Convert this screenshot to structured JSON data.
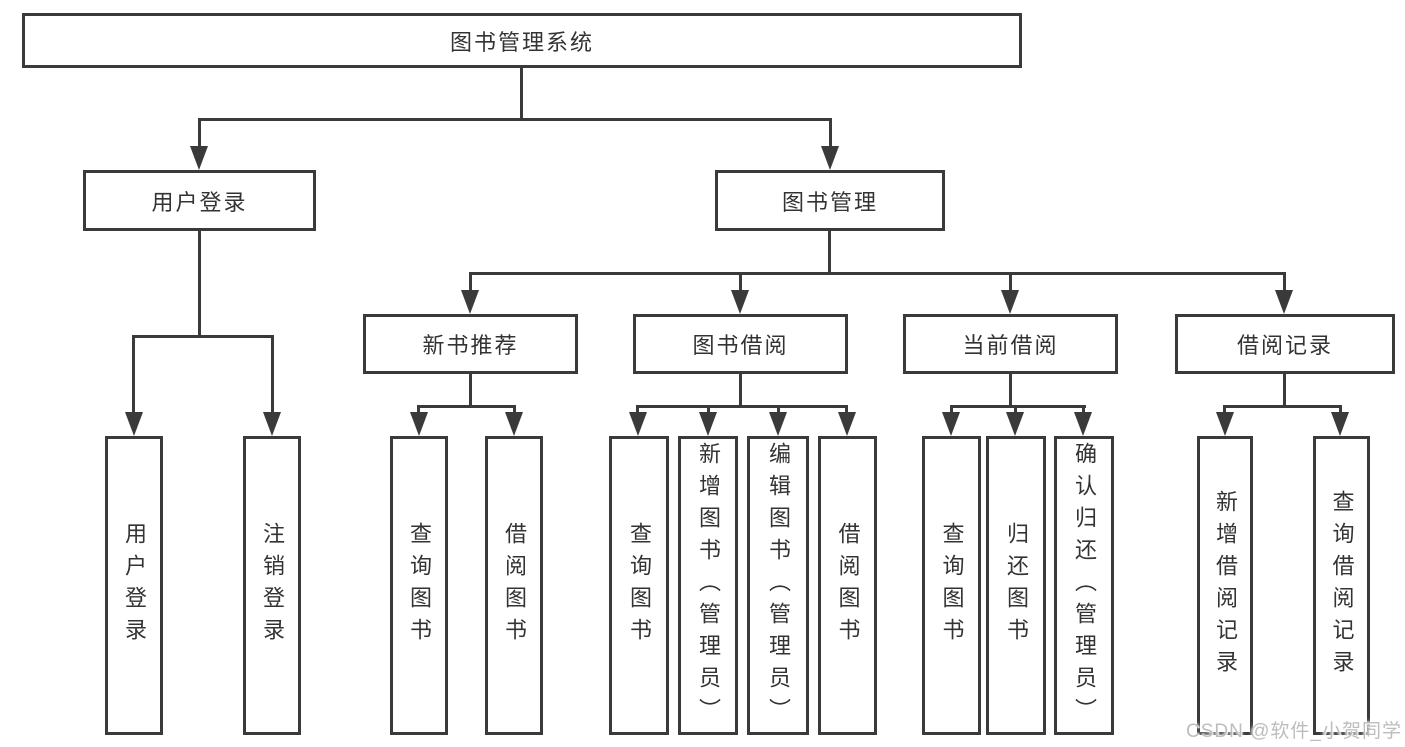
{
  "diagram": {
    "tree": {
      "label": "图书管理系统",
      "children": [
        {
          "label": "用户登录",
          "children": [
            {
              "label": "用户登录"
            },
            {
              "label": "注销登录"
            }
          ]
        },
        {
          "label": "图书管理",
          "children": [
            {
              "label": "新书推荐",
              "children": [
                {
                  "label": "查询图书"
                },
                {
                  "label": "借阅图书"
                }
              ]
            },
            {
              "label": "图书借阅",
              "children": [
                {
                  "label": "查询图书"
                },
                {
                  "label": "新增图书（管理员）"
                },
                {
                  "label": "编辑图书（管理员）"
                },
                {
                  "label": "借阅图书"
                }
              ]
            },
            {
              "label": "当前借阅",
              "children": [
                {
                  "label": "查询图书"
                },
                {
                  "label": "归还图书"
                },
                {
                  "label": "确认归还（管理员）"
                }
              ]
            },
            {
              "label": "借阅记录",
              "children": [
                {
                  "label": "新增借阅记录"
                },
                {
                  "label": "查询借阅记录"
                }
              ]
            }
          ]
        }
      ]
    },
    "colors": {
      "line": "#3a3a3a",
      "text": "#333333",
      "background": "#ffffff",
      "watermark_gray": "#bdbdbd"
    }
  },
  "watermark": {
    "text": "CSDN @软件_小贺同学"
  }
}
